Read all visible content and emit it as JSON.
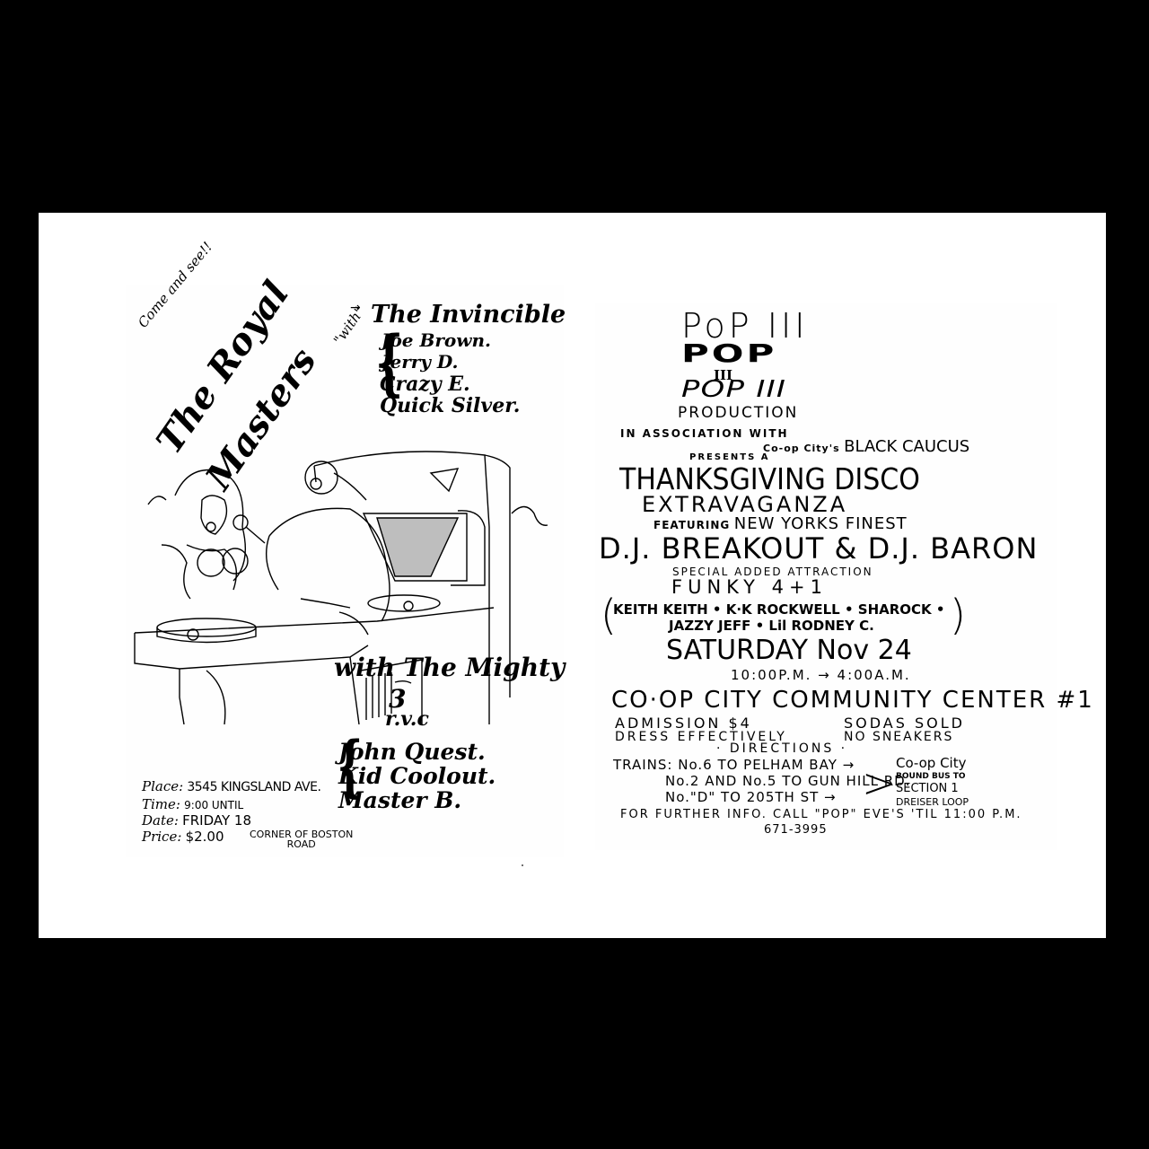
{
  "page": {
    "background": "#000000",
    "card_color": "#ffffff"
  },
  "left_flyer": {
    "come_and_see": "Come and see!!",
    "title_line1": "The Royal",
    "title_line2": "Masters",
    "with_word": "\"with\"",
    "arrow": "→",
    "headliner": "The Invincible",
    "headliner_crew": [
      "Joe Brown.",
      "Jerry D.",
      "Crazy E.",
      "Quick Silver."
    ],
    "support_line": "with The Mighty",
    "support_number": "3",
    "support_suffix": "r.v.c",
    "support_crew": [
      "John Quest.",
      "Kid Coolout.",
      "Master B."
    ],
    "illustration": "DJ at turntables with speaker cabinet and woman with microphone",
    "details": [
      {
        "label": "Place:",
        "value": "3545 KINGSLAND AVE."
      },
      {
        "label": "Time:",
        "value": "9:00 UNTIL"
      },
      {
        "label": "Date:",
        "value": "FRIDAY 18"
      },
      {
        "label": "Price:",
        "value": "$2.00"
      }
    ],
    "corner_line1": "CORNER OF BOSTON",
    "corner_line2": "ROAD"
  },
  "right_flyer": {
    "logo_line1": "PoP III",
    "logo_line2": "POP",
    "logo_line2_sub": "III",
    "logo_line3": "POP III",
    "production": "PRODUCTION",
    "in_association": "IN ASSOCIATION WITH",
    "coop_city": "Co-op City's",
    "black_caucus": "BLACK CAUCUS",
    "presents": "PRESENTS A",
    "event_title": "THANKSGIVING DISCO",
    "event_subtitle": "EXTRAVAGANZA",
    "featuring": "FEATURING",
    "featuring_big": "NEW YORKS FINEST",
    "headliners": "D.J. BREAKOUT & D.J. BARON",
    "special": "SPECIAL ADDED ATTRACTION",
    "funky": "FUNKY 4+1",
    "funky_members_line1": "KEITH KEITH • K·K ROCKWELL • SHAROCK •",
    "funky_members_line2": "JAZZY JEFF • Lil RODNEY C.",
    "paren_open": "(",
    "paren_close": ")",
    "date": "SATURDAY Nov 24",
    "hours": "10:00P.M. → 4:00A.M.",
    "venue": "CO·OP CITY COMMUNITY CENTER #1",
    "admission": "ADMISSION $4",
    "sodas": "SODAS SOLD",
    "dress": "DRESS EFFECTIVELY",
    "sneakers": "NO SNEAKERS",
    "directions_heading": "· DIRECTIONS ·",
    "trains": [
      "TRAINS: No.6 TO PELHAM BAY →",
      "No.2 AND No.5 TO GUN HILL RD.",
      "No.\"D\" TO 205TH ST   →"
    ],
    "chevron": ">",
    "destination": [
      "Co-op City",
      "BOUND BUS TO",
      "SECTION 1",
      "DREISER LOOP"
    ],
    "further_info": "FOR FURTHER INFO. CALL \"POP\" EVE'S 'TIL 11:00 P.M.",
    "phone": "671-3995"
  }
}
